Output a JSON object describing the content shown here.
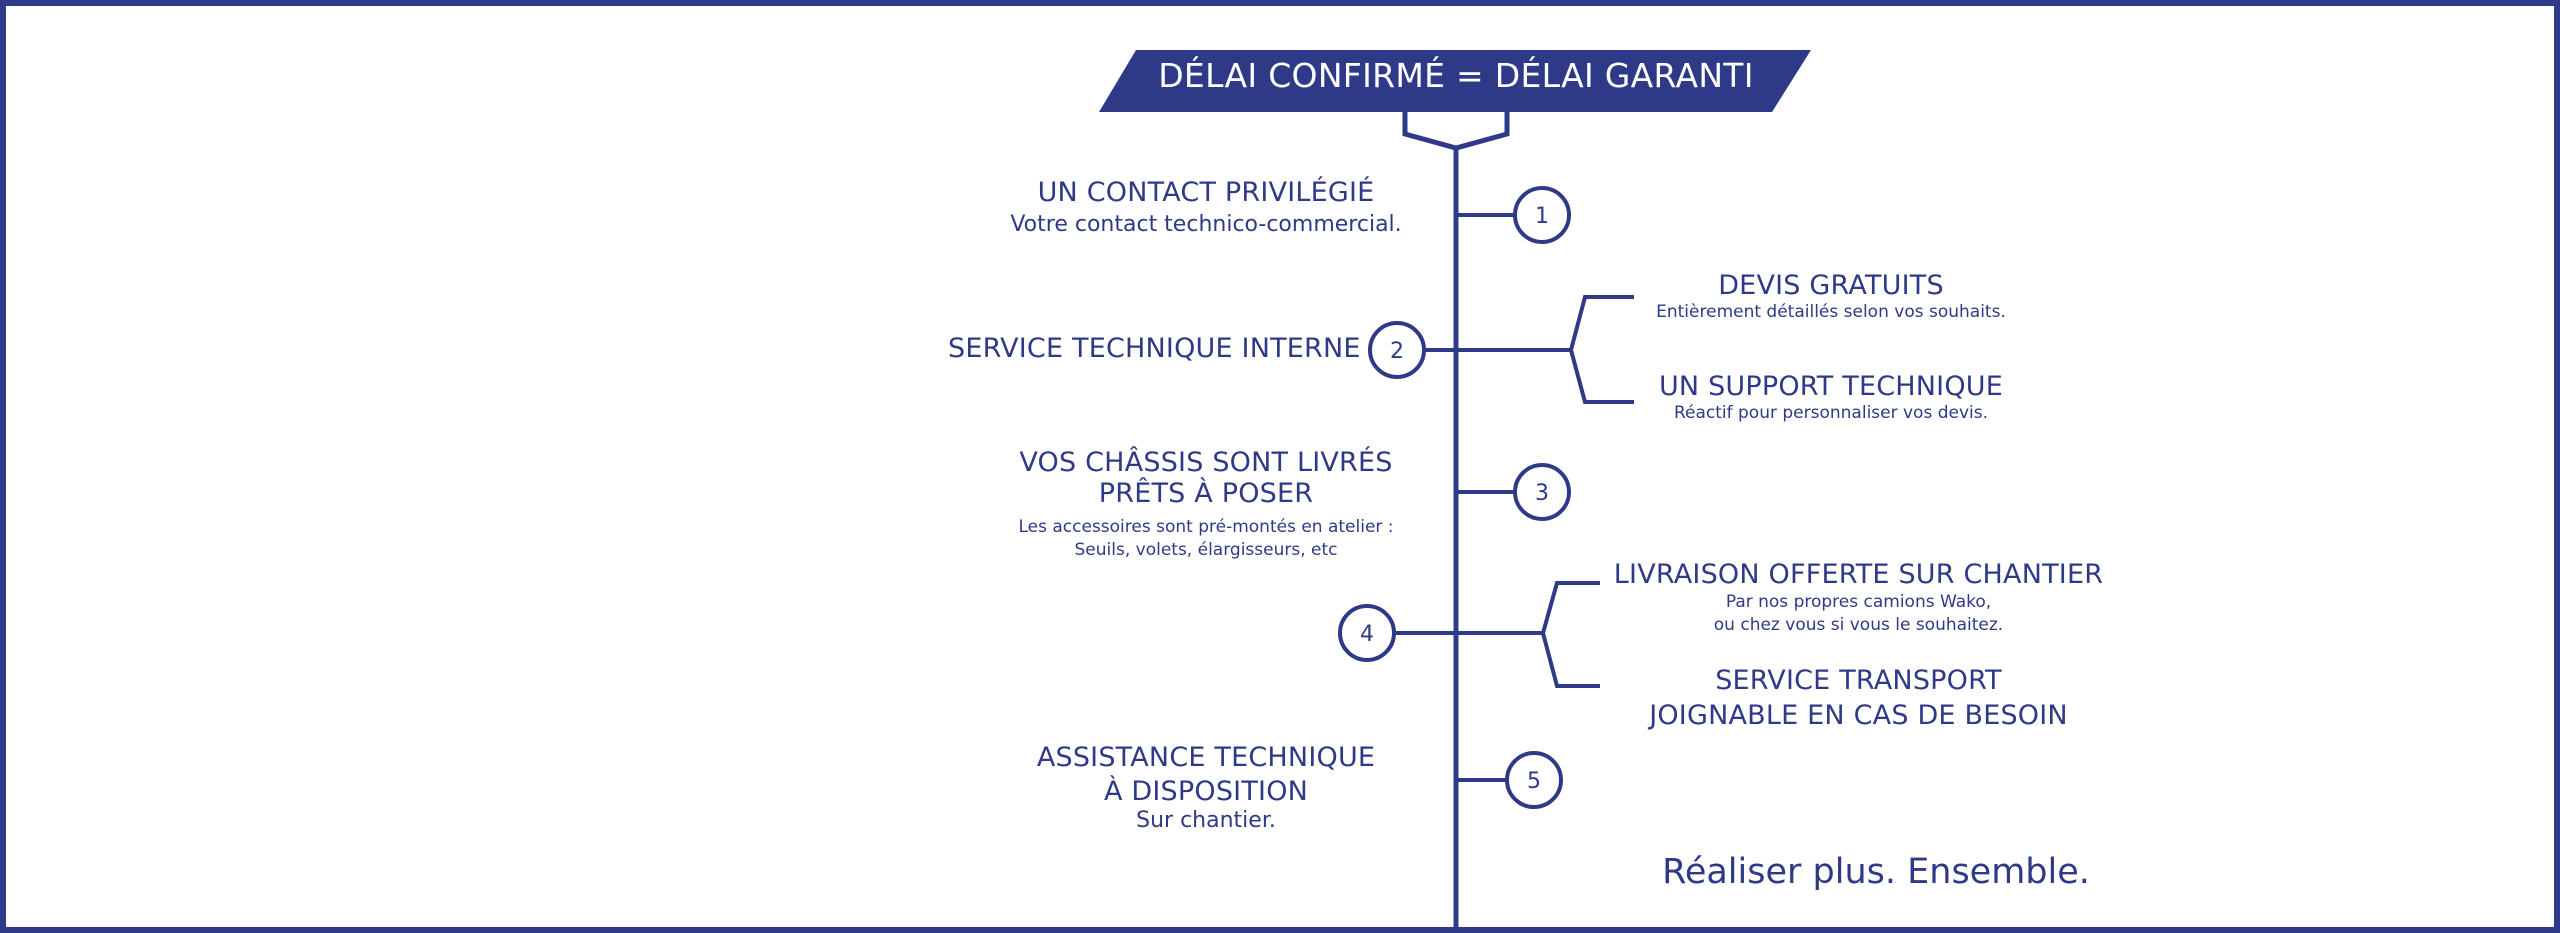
{
  "colors": {
    "primary": "#2e3a87",
    "background": "#ffffff"
  },
  "banner": {
    "title": "DÉLAI CONFIRMÉ = DÉLAI GARANTI"
  },
  "steps": [
    {
      "number": "1",
      "title": "UN CONTACT PRIVILÉGIÉ",
      "description": "Votre contact technico-commercial."
    },
    {
      "number": "2",
      "title": "SERVICE TECHNIQUE INTERNE",
      "branches": [
        {
          "title": "DEVIS GRATUITS",
          "description": "Entièrement détaillés selon vos souhaits."
        },
        {
          "title": "UN SUPPORT TECHNIQUE",
          "description": "Réactif pour personnaliser vos devis."
        }
      ]
    },
    {
      "number": "3",
      "title_lines": [
        "VOS CHÂSSIS SONT LIVRÉS",
        "PRÊTS À POSER"
      ],
      "description_lines": [
        "Les accessoires sont pré-montés en atelier :",
        "Seuils, volets, élargisseurs, etc"
      ]
    },
    {
      "number": "4",
      "branches": [
        {
          "title": "LIVRAISON OFFERTE SUR CHANTIER",
          "description_lines": [
            "Par nos propres camions Wako,",
            "ou chez vous si vous le souhaitez."
          ]
        },
        {
          "title_lines": [
            "SERVICE TRANSPORT",
            "JOIGNABLE EN CAS DE BESOIN"
          ]
        }
      ]
    },
    {
      "number": "5",
      "title_lines": [
        "ASSISTANCE TECHNIQUE",
        "À DISPOSITION"
      ],
      "description": "Sur chantier."
    }
  ],
  "tagline": "Réaliser plus. Ensemble."
}
